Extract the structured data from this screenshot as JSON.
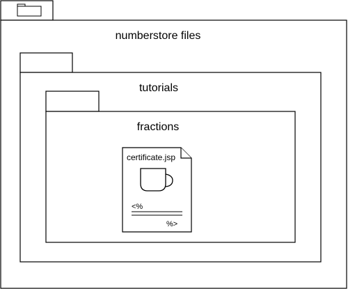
{
  "packages": {
    "outer": {
      "title": "numberstore files"
    },
    "middle": {
      "title": "tutorials"
    },
    "inner": {
      "title": "fractions"
    }
  },
  "artifact": {
    "filename": "certificate.jsp",
    "icon": "coffee-cup-icon",
    "code_open": "<%",
    "code_close": "%>"
  }
}
